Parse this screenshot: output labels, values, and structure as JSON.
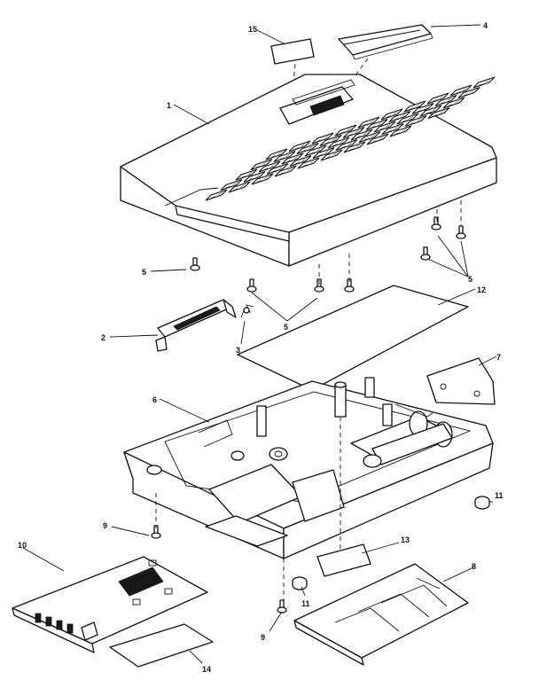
{
  "callouts": {
    "c1": "1",
    "c2": "2",
    "c3": "3",
    "c4": "4",
    "c5a": "5",
    "c5b": "5",
    "c5c": "5",
    "c6": "6",
    "c7": "7",
    "c8": "8",
    "c9a": "9",
    "c9b": "9",
    "c10": "10",
    "c11a": "11",
    "c11b": "11",
    "c12": "12",
    "c13": "13",
    "c14": "14",
    "c15": "15"
  }
}
